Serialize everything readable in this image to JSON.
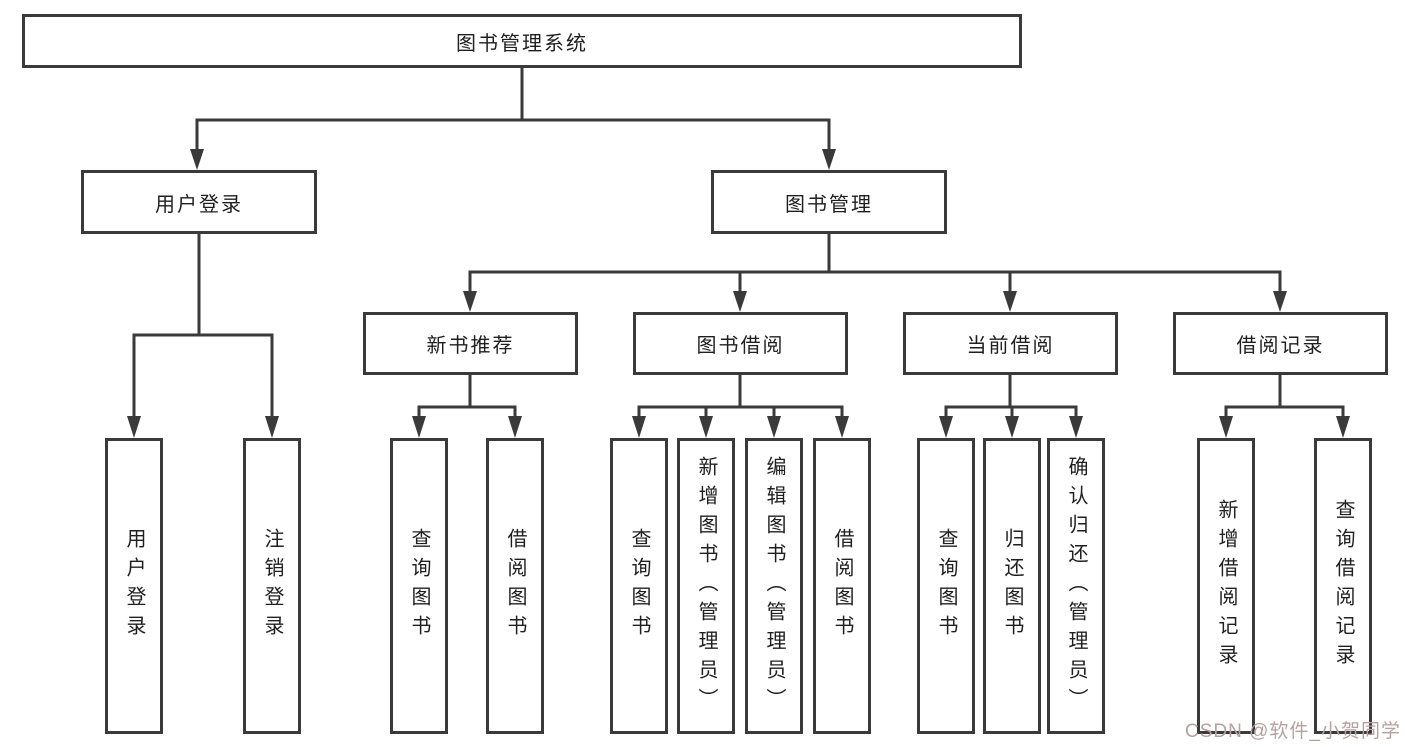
{
  "tree": {
    "label": "图书管理系统",
    "children": [
      {
        "label": "用户登录",
        "children": [
          {
            "label": "用户登录"
          },
          {
            "label": "注销登录"
          }
        ]
      },
      {
        "label": "图书管理",
        "children": [
          {
            "label": "新书推荐",
            "children": [
              {
                "label": "查询图书"
              },
              {
                "label": "借阅图书"
              }
            ]
          },
          {
            "label": "图书借阅",
            "children": [
              {
                "label": "查询图书"
              },
              {
                "label": "新增图书（管理员）"
              },
              {
                "label": "编辑图书（管理员）"
              },
              {
                "label": "借阅图书"
              }
            ]
          },
          {
            "label": "当前借阅",
            "children": [
              {
                "label": "查询图书"
              },
              {
                "label": "归还图书"
              },
              {
                "label": "确认归还（管理员）"
              }
            ]
          },
          {
            "label": "借阅记录",
            "children": [
              {
                "label": "新增借阅记录"
              },
              {
                "label": "查询借阅记录"
              }
            ]
          }
        ]
      }
    ]
  },
  "watermark": {
    "text": "CSDN @软件_小贺同学",
    "color": "#b7a0a0"
  },
  "colors": {
    "line": "#3a3a3a",
    "box_border": "#3a3a3a",
    "text": "#1f1f1f",
    "background": "#ffffff"
  }
}
